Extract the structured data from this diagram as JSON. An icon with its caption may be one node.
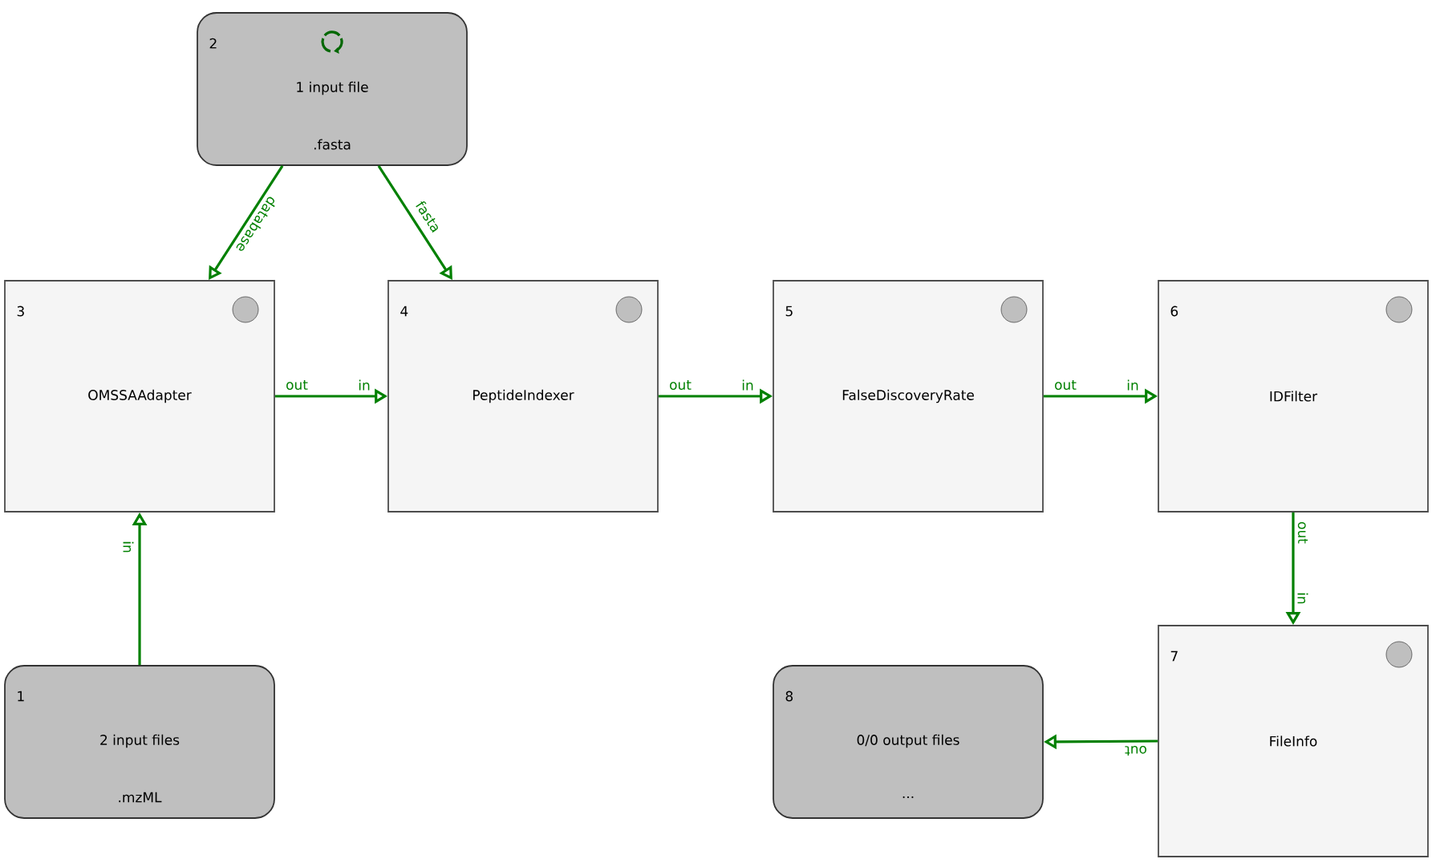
{
  "diagram": {
    "nodes": [
      {
        "text": [
          "1",
          "2 input files",
          ".mzML"
        ]
      },
      {
        "text": [
          "2",
          "1 input file",
          ".fasta"
        ]
      },
      {
        "text": [
          "3",
          "OMSSAAdapter"
        ]
      },
      {
        "text": [
          "4",
          "PeptideIndexer"
        ]
      },
      {
        "text": [
          "5",
          "FalseDiscoveryRate"
        ]
      },
      {
        "text": [
          "6",
          "IDFilter"
        ]
      },
      {
        "text": [
          "7",
          "FileInfo"
        ]
      },
      {
        "text": [
          "8",
          "0/0 output files",
          "..."
        ]
      }
    ],
    "edges": [
      {
        "from": 0,
        "to": 2,
        "arrow": "to",
        "label": "in"
      },
      {
        "from": 1,
        "to": 2,
        "arrow": "to",
        "label": "database"
      },
      {
        "from": 1,
        "to": 3,
        "arrow": "to",
        "label": "fasta"
      },
      {
        "from": 2,
        "to": 3,
        "arrow": "to",
        "label": "out"
      },
      {
        "from": 3,
        "to": 4,
        "arrow": "to",
        "label": "out"
      },
      {
        "from": 4,
        "to": 5,
        "arrow": "to",
        "label": "out"
      },
      {
        "from": 5,
        "to": 6,
        "arrow": "to",
        "label": "out"
      },
      {
        "from": 6,
        "to": 7,
        "arrow": "to",
        "label": "out"
      }
    ],
    "labels": [
      "in",
      "in",
      "in",
      "in"
    ]
  }
}
